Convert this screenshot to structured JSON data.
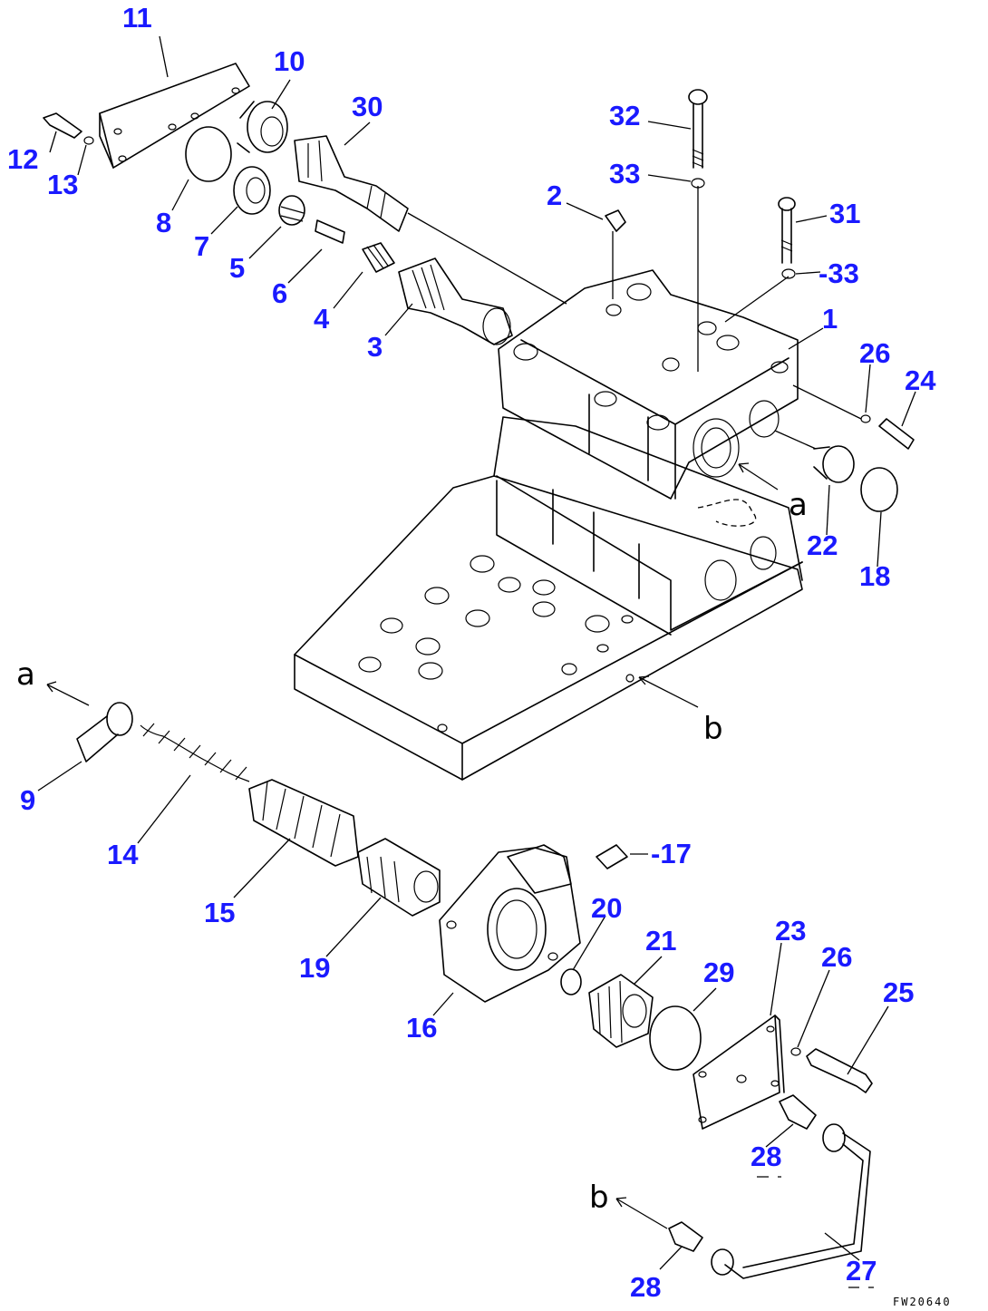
{
  "diagram": {
    "drawing_code": "FW20640",
    "view_marks": [
      "a",
      "b",
      "a",
      "b"
    ],
    "part_labels": [
      "11",
      "10",
      "30",
      "12",
      "13",
      "8",
      "7",
      "5",
      "6",
      "4",
      "3",
      "32",
      "33",
      "2",
      "31",
      "-33",
      "1",
      "26",
      "24",
      "22",
      "18",
      "9",
      "14",
      "15",
      "19",
      "-17",
      "20",
      "21",
      "29",
      "16",
      "23",
      "26",
      "25",
      "28",
      "27",
      "28"
    ]
  }
}
